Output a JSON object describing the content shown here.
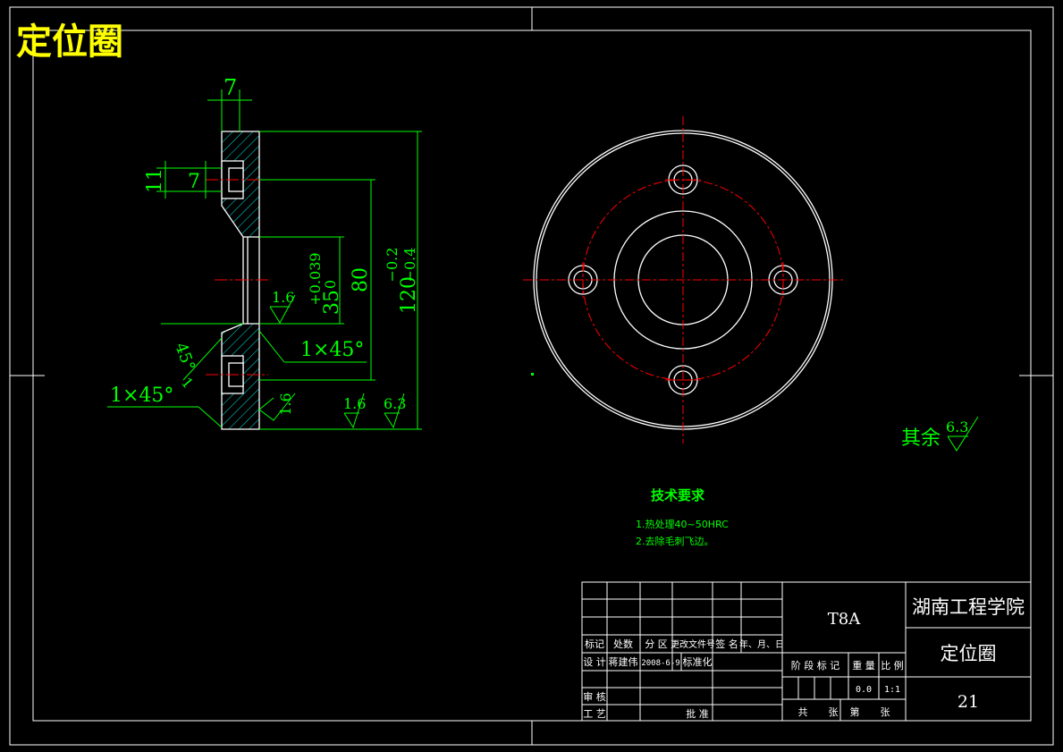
{
  "title": "定位圈",
  "dims": {
    "top_width": "7",
    "left_outer": "11",
    "left_inner": "7",
    "bore_upper": "+0.039",
    "bore_lower": "0",
    "bore_dia": "35",
    "d80": "80",
    "d120_main": "120",
    "d120_upper": "−0.2",
    "d120_lower": "−0.4",
    "chamfer_inner": "1×45°",
    "chamfer_outer": "1×45°",
    "chamfer_angle": "45°",
    "chamfer_one": "1",
    "rough_bore": "1.6",
    "rough_side": "1.6",
    "rough_bottom_a": "1.6",
    "rough_bottom_b": "6.3",
    "rough_rest_label": "其余",
    "rough_rest_value": "6.3"
  },
  "tech": {
    "heading": "技术要求",
    "item1": "1.热处理40~50HRC",
    "item2": "2.去除毛刺飞边。"
  },
  "titleblock": {
    "material": "T8A",
    "school": "湖南工程学院",
    "part_name": "定位圈",
    "drawing_no": "21",
    "h_biaoji": "标记",
    "h_chushu": "处数",
    "h_fenqu": "分 区",
    "h_gengai": "更改文件号",
    "h_qianming": "签 名",
    "h_date": "年、月、日",
    "design_label": "设 计",
    "designer": "蒋建伟",
    "design_date": "2008-6-9",
    "std_label": "标准化",
    "review_label": "审 核",
    "process_label": "工 艺",
    "approve_label": "批 准",
    "stage_label": "阶 段 标 记",
    "weight_label": "重 量",
    "scale_label": "比 例",
    "weight_value": "0.0",
    "scale_value": "1:1",
    "total_label": "共",
    "sheets_label": "张",
    "sheet_label": "第",
    "sheets_label2": "张"
  },
  "colors": {
    "frame": "#ffffff",
    "outline": "#ffffff",
    "dimension": "#00ff00",
    "centerline": "#ff0000",
    "hatch": "#00e5e5",
    "title": "#ffff00"
  }
}
